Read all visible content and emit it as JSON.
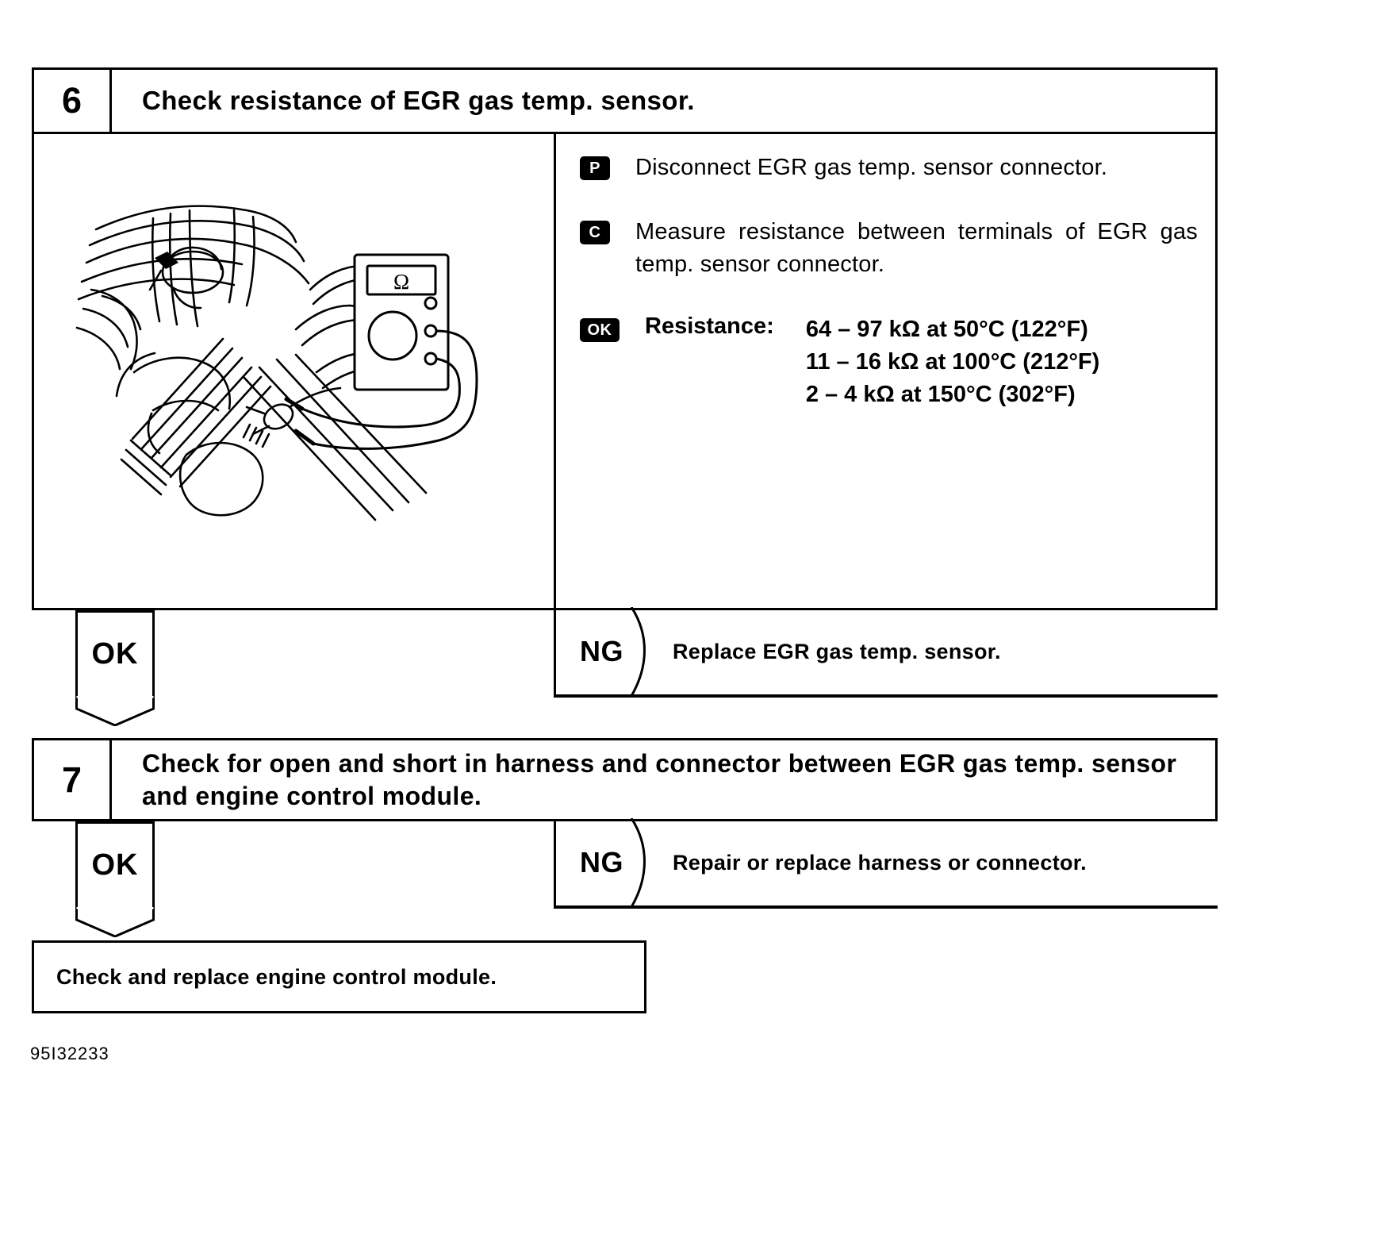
{
  "document": {
    "footer_code": "95I32233"
  },
  "steps": [
    {
      "number": "6",
      "title": "Check resistance of EGR gas temp. sensor.",
      "figure_alt": "engine-compartment-egr-sensor-multimeter",
      "instructions": [
        {
          "badge": "P",
          "text": "Disconnect EGR gas temp. sensor connector."
        },
        {
          "badge": "C",
          "text": "Measure resistance between terminals of EGR gas temp. sensor connector."
        }
      ],
      "spec": {
        "badge": "OK",
        "label": "Resistance:",
        "values": [
          "64 – 97 kΩ at 50°C (122°F)",
          "11 – 16 kΩ at 100°C (212°F)",
          "2 – 4 kΩ at 150°C (302°F)"
        ]
      },
      "ok_label": "OK",
      "ng_label": "NG",
      "ng_action": "Replace EGR gas temp. sensor."
    },
    {
      "number": "7",
      "title": "Check for open and short in harness and connector between EGR gas temp. sensor and engine control module.",
      "ok_label": "OK",
      "ng_label": "NG",
      "ng_action": "Repair or replace harness or connector."
    }
  ],
  "final_action": {
    "text": "Check and replace engine control module."
  },
  "colors": {
    "ink": "#000000",
    "paper": "#ffffff"
  }
}
